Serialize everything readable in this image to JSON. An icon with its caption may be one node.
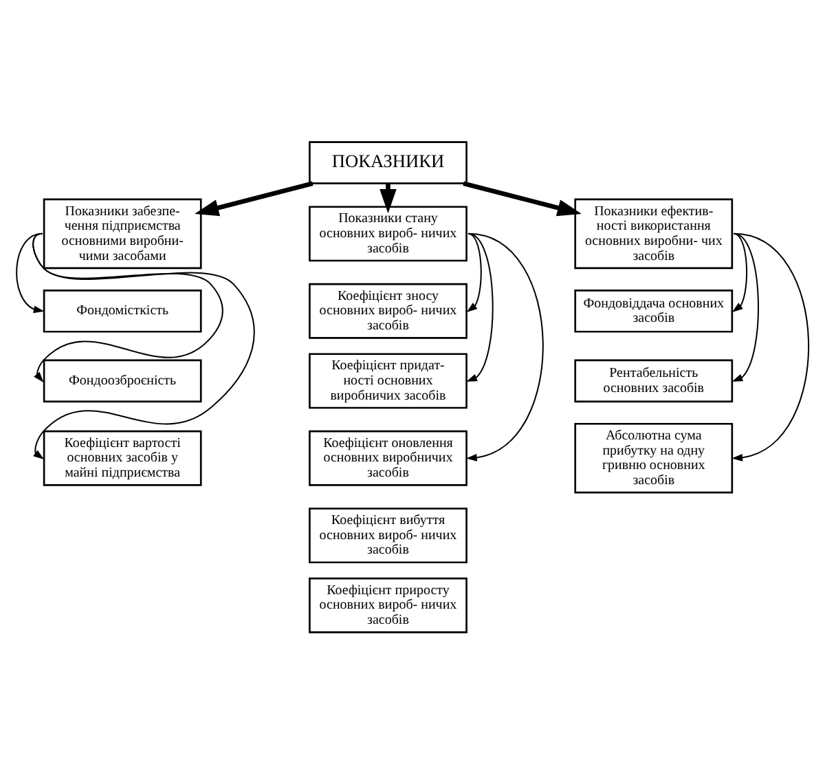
{
  "diagram": {
    "nodes": [
      {
        "text": [
          "ПОКАЗНИКИ"
        ]
      },
      {
        "text": [
          "Показники забезпе- чення підприємства основними виробни- чими засобами"
        ]
      },
      {
        "text": [
          "Показники стану основних вироб- ничих засобів"
        ]
      },
      {
        "text": [
          "Показники ефектив- ності використання основних виробни- чих засобів"
        ]
      },
      {
        "text": [
          "Фондомісткість"
        ]
      },
      {
        "text": [
          "Фондоозброєність"
        ]
      },
      {
        "text": [
          "Коефіцієнт вартості основних засобів у майні підприємства"
        ]
      },
      {
        "text": [
          "Коефіцієнт зносу основних вироб- ничих засобів"
        ]
      },
      {
        "text": [
          "Коефіцієнт придат- ності основних виробничих засобів"
        ]
      },
      {
        "text": [
          "Коефіцієнт оновлення основних виробничих засобів"
        ]
      },
      {
        "text": [
          "Коефіцієнт вибуття основних вироб- ничих засобів"
        ]
      },
      {
        "text": [
          "Коефіцієнт приросту основних вироб- ничих засобів"
        ]
      },
      {
        "text": [
          "Фондовіддача основних засобів"
        ]
      },
      {
        "text": [
          "Рентабельність основних засобів"
        ]
      },
      {
        "text": [
          "Абсолютна сума прибутку на одну гривню основних засобів"
        ]
      }
    ],
    "edges": [
      {
        "from": 0,
        "to": 1,
        "arrow": "to",
        "style": "thick"
      },
      {
        "from": 0,
        "to": 2,
        "arrow": "to",
        "style": "thick"
      },
      {
        "from": 0,
        "to": 3,
        "arrow": "to",
        "style": "thick"
      },
      {
        "from": 1,
        "to": 4,
        "arrow": "to"
      },
      {
        "from": 1,
        "to": 5,
        "arrow": "to"
      },
      {
        "from": 1,
        "to": 6,
        "arrow": "to"
      },
      {
        "from": 2,
        "to": 7,
        "arrow": "to"
      },
      {
        "from": 2,
        "to": 8,
        "arrow": "to"
      },
      {
        "from": 2,
        "to": 9,
        "arrow": "to"
      },
      {
        "from": 3,
        "to": 12,
        "arrow": "to"
      },
      {
        "from": 3,
        "to": 13,
        "arrow": "to"
      },
      {
        "from": 3,
        "to": 14,
        "arrow": "to"
      }
    ]
  }
}
